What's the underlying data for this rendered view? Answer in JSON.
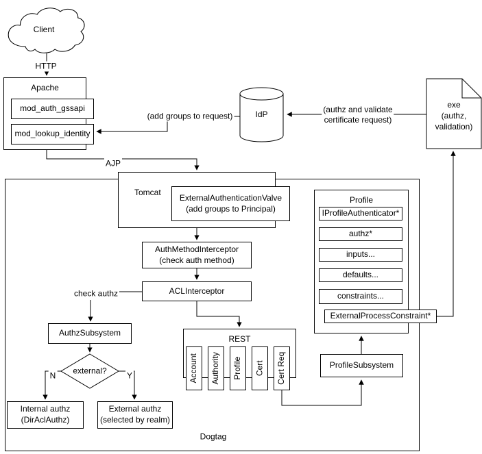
{
  "client": {
    "label": "Client"
  },
  "labels": {
    "http": "HTTP",
    "ajp": "AJP",
    "add_groups": "(add groups to request)",
    "authz_validate_line1": "(authz and validate",
    "authz_validate_line2": "certificate request)",
    "check_authz": "check authz",
    "branch_no": "N",
    "branch_yes": "Y",
    "dogtag": "Dogtag"
  },
  "apache": {
    "title": "Apache",
    "modules": [
      "mod_auth_gssapi",
      "mod_lookup_identity"
    ]
  },
  "idp": {
    "label": "IdP"
  },
  "exe": {
    "line1": "exe",
    "line2": "(authz,",
    "line3": "validation)"
  },
  "tomcat": {
    "title": "Tomcat",
    "valve_line1": "ExternalAuthenticationValve",
    "valve_line2": "(add groups to Principal)"
  },
  "interceptors": {
    "auth_method_line1": "AuthMethodInterceptor",
    "auth_method_line2": "(check auth method)",
    "acl": "ACLInterceptor"
  },
  "authz": {
    "subsystem": "AuthzSubsystem",
    "decision": "external?",
    "internal_line1": "Internal authz",
    "internal_line2": "(DirAclAuthz)",
    "external_line1": "External authz",
    "external_line2": "(selected by realm)"
  },
  "rest": {
    "title": "REST",
    "services": [
      "Account",
      "Authority",
      "Profile",
      "Cert",
      "Cert Req"
    ]
  },
  "profile": {
    "title": "Profile",
    "items": [
      "IProfileAuthenticator*",
      "authz*",
      "inputs...",
      "defaults...",
      "constraints..."
    ],
    "external_process_constraint": "ExternalProcessConstraint*"
  },
  "profile_subsystem": {
    "label": "ProfileSubsystem"
  },
  "colors": {
    "stroke": "#000000",
    "fill": "#ffffff"
  }
}
